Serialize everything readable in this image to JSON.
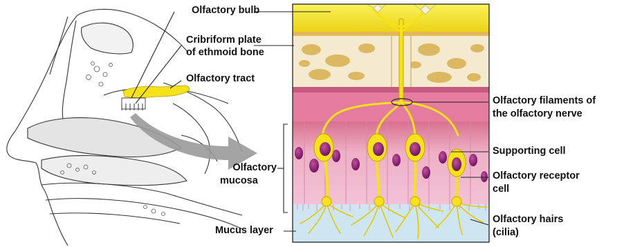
{
  "labels": {
    "olfactory_bulb": "Olfactory bulb",
    "cribriform_line1": "Cribriform plate",
    "cribriform_line2": "of ethmoid bone",
    "olfactory_tract": "Olfactory tract",
    "filaments_line1": "Olfactory filaments of",
    "filaments_line2": "the olfactory nerve",
    "supporting_cell": "Supporting cell",
    "receptor_line1": "Olfactory receptor",
    "receptor_line2": "cell",
    "hairs_line1": "Olfactory hairs",
    "hairs_line2": "(cilia)",
    "mucosa_line1": "Olfactory",
    "mucosa_line2": "mucosa",
    "mucus_layer": "Mucus layer"
  },
  "colors": {
    "bulb_yellow": "#f5e21a",
    "bone_tan": "#f4ead0",
    "mucosa_pink": "#e9a0c0",
    "nucleus_purple": "#8a1d78",
    "mucus_blue": "#cde6f2",
    "arrow_gray": "#9a9a9a",
    "sketch_line": "#333333"
  }
}
